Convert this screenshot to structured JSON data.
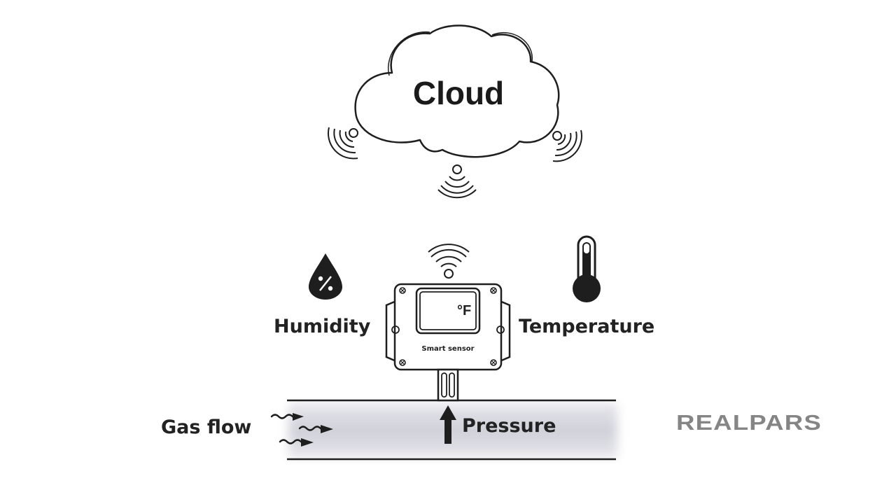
{
  "cloud": {
    "label": "Cloud"
  },
  "sensor": {
    "label": "Smart sensor",
    "unit": "°F"
  },
  "measurements": {
    "humidity": "Humidity",
    "temperature": "Temperature",
    "pressure": "Pressure",
    "gas_flow": "Gas flow"
  },
  "brand": {
    "logo_text": "REALPARS",
    "logo_color": "#858585"
  },
  "colors": {
    "line": "#1e1e1e",
    "pipe_shade": "#c9c9d3"
  },
  "icons": [
    "cloud-icon",
    "wireless-signal-icon",
    "humidity-drop-icon",
    "thermometer-icon",
    "arrow-up-icon",
    "gas-flow-arrow-icon"
  ]
}
